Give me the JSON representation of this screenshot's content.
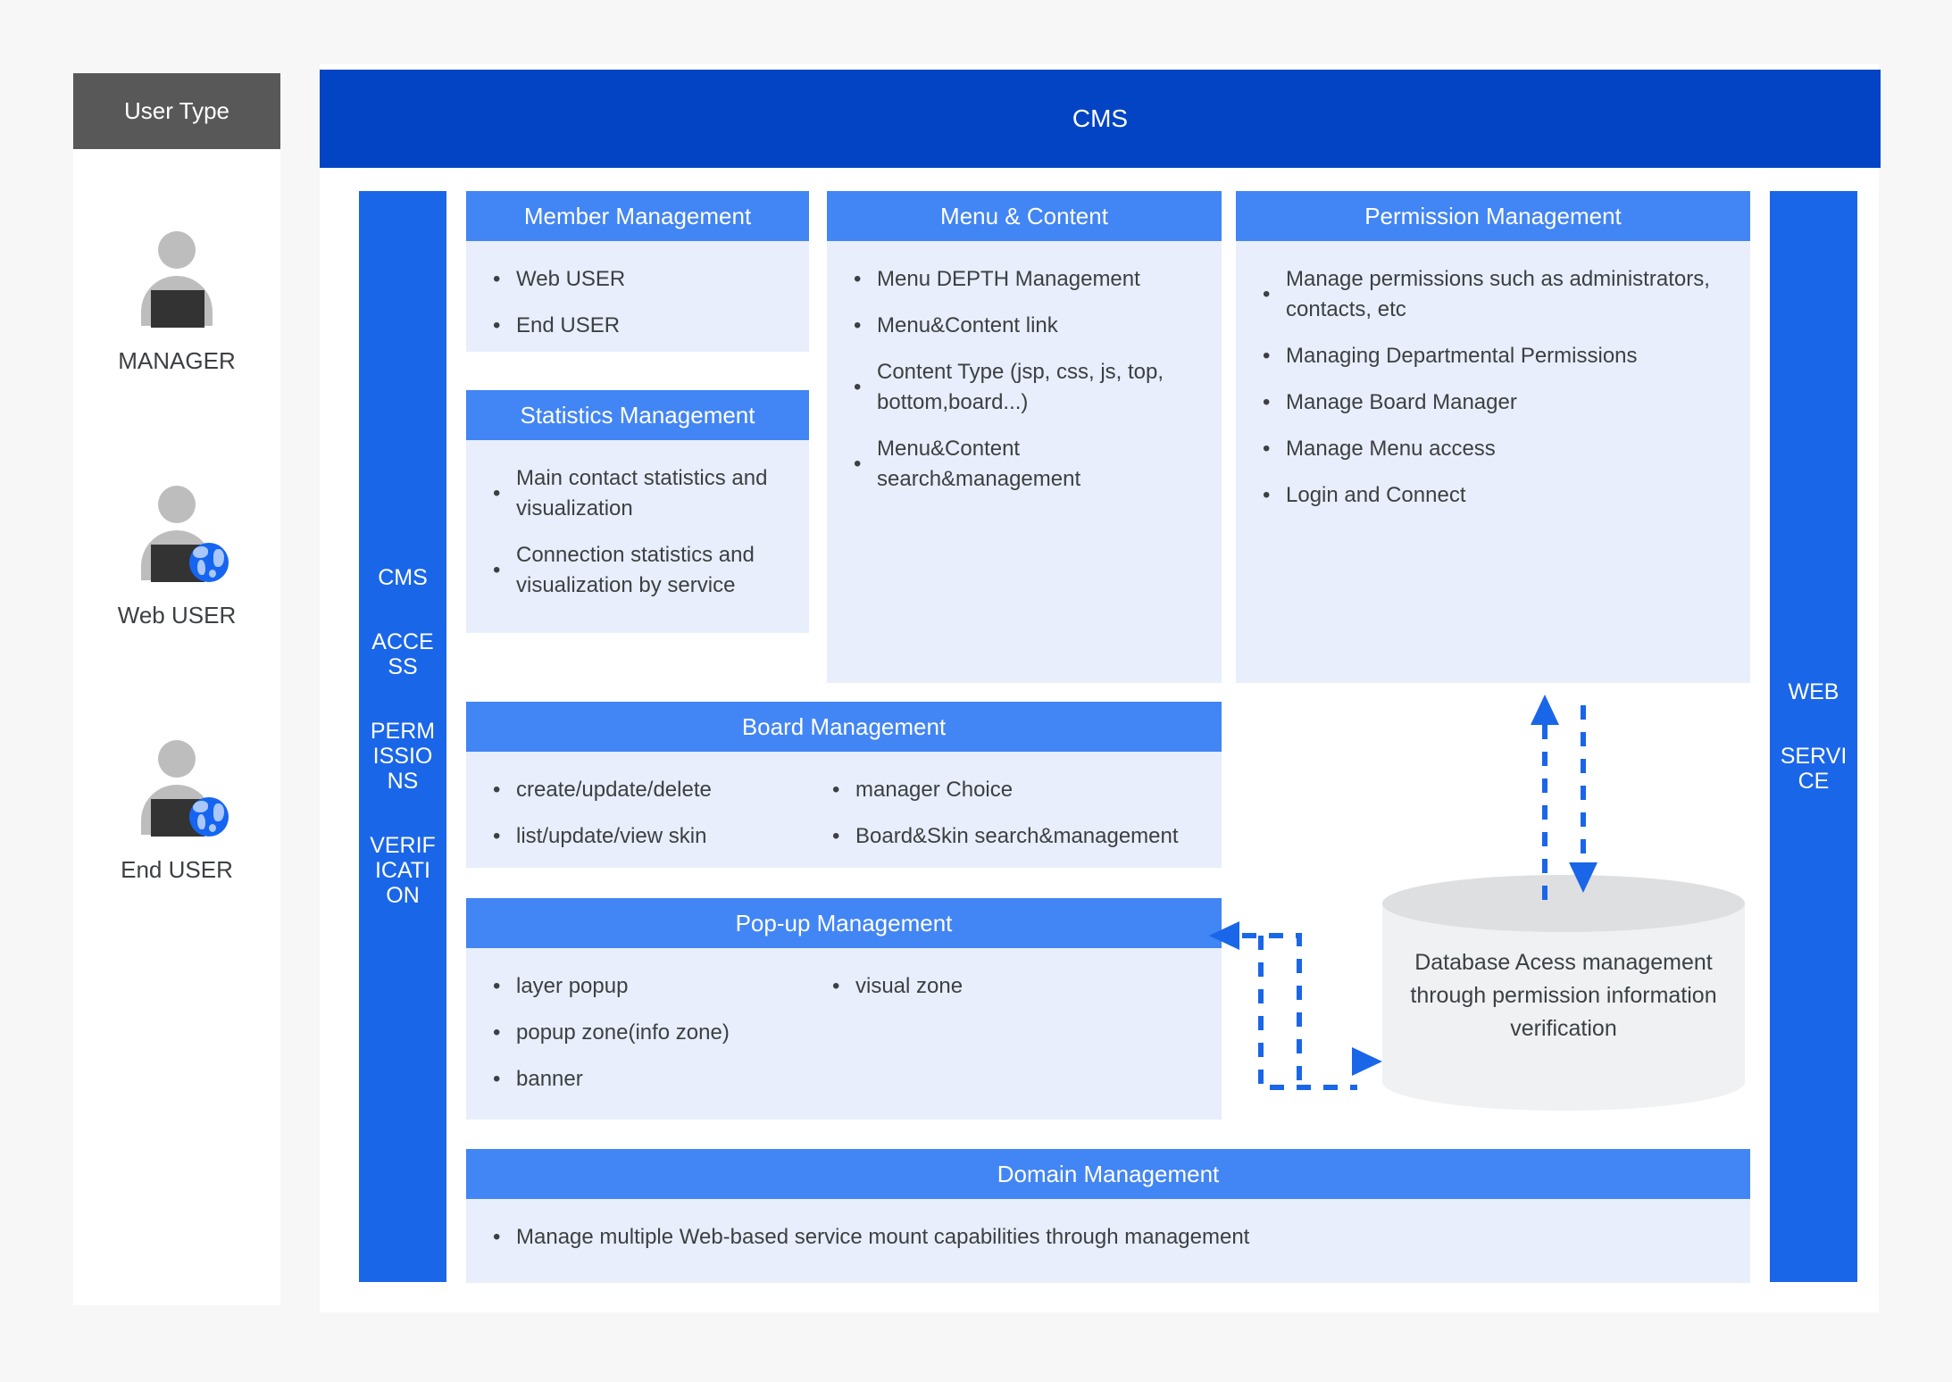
{
  "sidebar": {
    "header": "User Type",
    "users": [
      {
        "label": "MANAGER",
        "icon": "user-icon",
        "has_globe": false
      },
      {
        "label": "Web USER",
        "icon": "user-globe-icon",
        "has_globe": true
      },
      {
        "label": "End USER",
        "icon": "user-globe-icon",
        "has_globe": true
      }
    ]
  },
  "banner": {
    "title": "CMS"
  },
  "access_bar": {
    "lines": [
      "CMS",
      "ACCESS",
      "PERMISSIONS",
      "VERIFICATION"
    ]
  },
  "webservice_bar": {
    "lines": [
      "WEB",
      "SERVICE"
    ]
  },
  "cards": {
    "member": {
      "title": "Member Management",
      "items": [
        "Web USER",
        "End USER"
      ]
    },
    "statistics": {
      "title": "Statistics Management",
      "items": [
        "Main contact statistics and visualization",
        "Connection statistics and visualization by service"
      ]
    },
    "menu_content": {
      "title": "Menu & Content",
      "items": [
        "Menu DEPTH Management",
        "Menu&Content link",
        "Content Type (jsp, css, js, top, bottom,board...)",
        "Menu&Content search&management"
      ]
    },
    "permission": {
      "title": "Permission Management",
      "items": [
        "Manage permissions such as administrators, contacts, etc",
        "Managing Departmental Permissions",
        "Manage Board Manager",
        "Manage Menu access",
        "Login and Connect"
      ]
    },
    "board": {
      "title": "Board Management",
      "items_left": [
        "create/update/delete",
        "list/update/view skin"
      ],
      "items_right": [
        "manager Choice",
        "Board&Skin search&management"
      ]
    },
    "popup": {
      "title": "Pop-up Management",
      "items_left": [
        "layer popup",
        "popup zone(info zone)",
        "banner"
      ],
      "items_right": [
        "visual zone"
      ]
    },
    "domain": {
      "title": "Domain Management",
      "items": [
        "Manage multiple Web-based service mount capabilities through management"
      ]
    }
  },
  "database": {
    "label": "Database Acess management through permission information verification"
  },
  "colors": {
    "page_background": "#f7f7f8",
    "banner_blue": "#0344c4",
    "bar_blue": "#1a66e8",
    "card_header_blue": "#4285f4",
    "card_body_blue": "#e8eefb",
    "usertype_header_gray": "#585858",
    "icon_gray": "#bdbdbd",
    "icon_dark": "#333333",
    "globe_blue": "#1565f0",
    "arrow_blue": "#1a66e8",
    "cylinder_face": "#eff1f3",
    "cylinder_top": "#dedfe1",
    "text_dark": "#3c4043"
  }
}
